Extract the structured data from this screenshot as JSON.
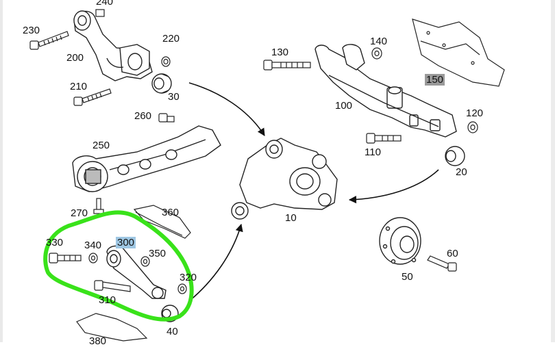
{
  "diagram": {
    "part_labels": {
      "p240": "240",
      "p230": "230",
      "p220": "220",
      "p200": "200",
      "p210": "210",
      "p30": "30",
      "p130": "130",
      "p140": "140",
      "p150": "150",
      "p100": "100",
      "p120": "120",
      "p260": "260",
      "p250": "250",
      "p110": "110",
      "p20": "20",
      "p10": "10",
      "p270": "270",
      "p360": "360",
      "p330": "330",
      "p340": "340",
      "p300": "300",
      "p350": "350",
      "p320": "320",
      "p310": "310",
      "p40": "40",
      "p60": "60",
      "p50": "50",
      "p380": "380"
    },
    "highlights": {
      "gray_label": "150",
      "blue_label": "300",
      "markup_color": "#39e21a"
    }
  }
}
